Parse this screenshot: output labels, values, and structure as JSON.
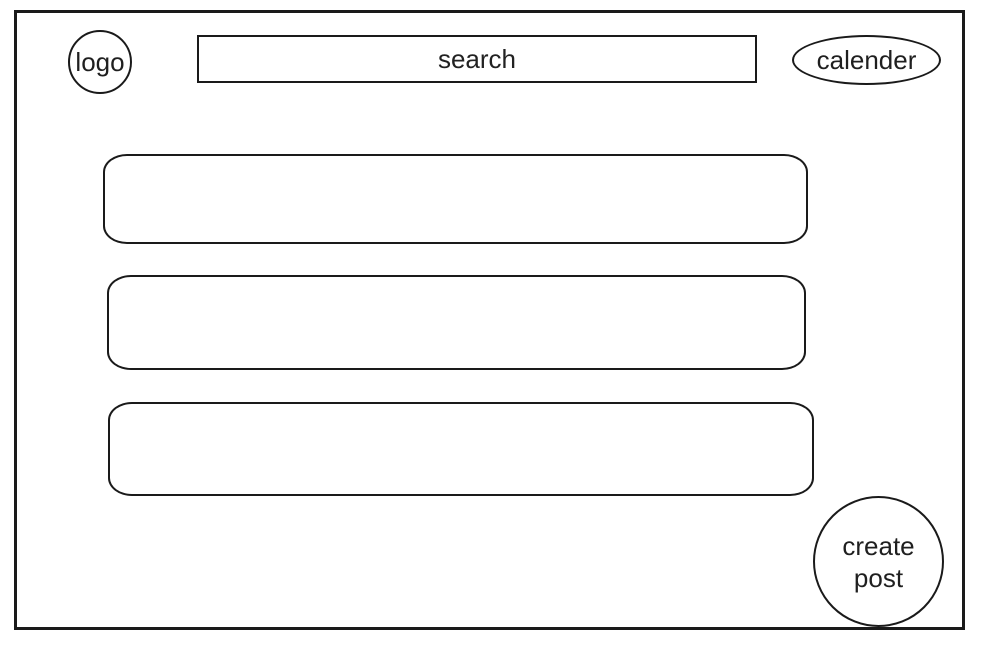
{
  "header": {
    "logo_label": "logo",
    "search_label": "search",
    "calendar_label": "calender"
  },
  "feed": {
    "posts": [
      {
        "text": ""
      },
      {
        "text": ""
      },
      {
        "text": ""
      }
    ]
  },
  "actions": {
    "create_post_line1": "create",
    "create_post_line2": "post"
  }
}
